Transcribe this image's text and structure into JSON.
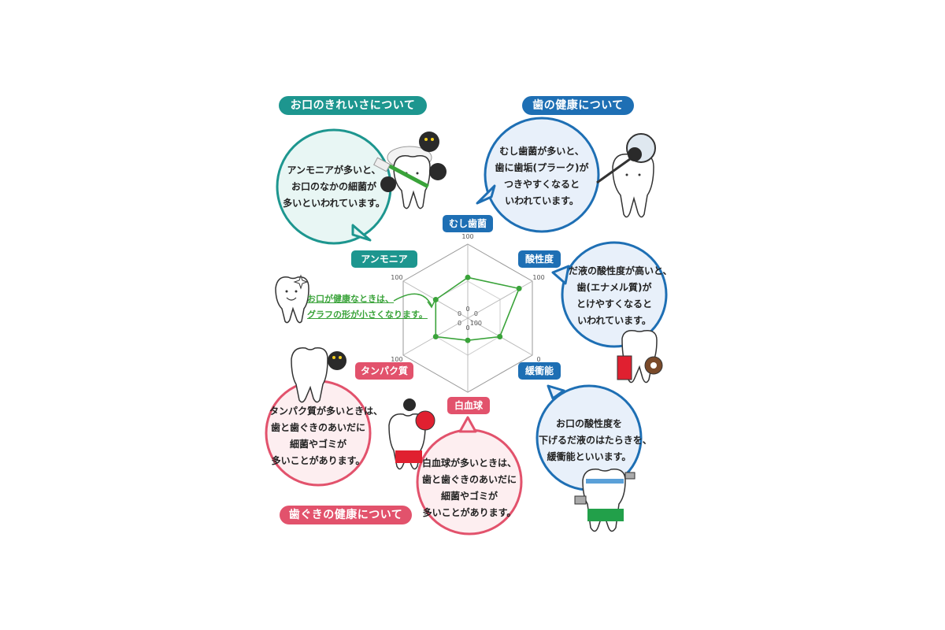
{
  "sections": {
    "mouth_clean": "お口のきれいさについて",
    "teeth_health": "歯の健康について",
    "gum_health": "歯ぐきの健康について"
  },
  "axes": {
    "cavity": "むし歯菌",
    "acidity": "酸性度",
    "buffer": "緩衝能",
    "white_cells": "白血球",
    "protein": "タンパク質",
    "ammonia": "アンモニア"
  },
  "bubbles": {
    "ammonia": [
      "アンモニアが多いと、",
      "お口のなかの細菌が",
      "多いといわれています。"
    ],
    "cavity": [
      "むし歯菌が多いと、",
      "歯に歯垢(プラーク)が",
      "つきやすくなると",
      "いわれています。"
    ],
    "acidity": [
      "だ液の酸性度が高いと、",
      "歯(エナメル質)が",
      "とけやすくなると",
      "いわれています。"
    ],
    "buffer": [
      "お口の酸性度を",
      "下げるだ液のはたらきを、",
      "緩衝能といいます。"
    ],
    "protein": [
      "タンパク質が多いときは、",
      "歯と歯ぐきのあいだに",
      "細菌やゴミが",
      "多いことがあります。"
    ],
    "white_cells": [
      "白血球が多いときは、",
      "歯と歯ぐきのあいだに",
      "細菌やゴミが",
      "多いことがあります。"
    ]
  },
  "hint": [
    "お口が健康なときは、",
    "グラフの形が小さくなります。"
  ],
  "colors": {
    "teal": "#1d968f",
    "blue": "#1e6fb4",
    "pink": "#e2526c",
    "series": "#3aa33a"
  },
  "chart_data": {
    "type": "radar",
    "categories": [
      "むし歯菌",
      "酸性度",
      "緩衝能",
      "白血球",
      "タンパク質",
      "アンモニア"
    ],
    "values": [
      55,
      80,
      50,
      30,
      50,
      50
    ],
    "range": [
      0,
      100
    ],
    "tick_labels": [
      "100",
      "100",
      "0",
      "100",
      "100",
      "100"
    ],
    "center_labels": [
      "0",
      "0",
      "100",
      "0",
      "0",
      "0"
    ]
  }
}
